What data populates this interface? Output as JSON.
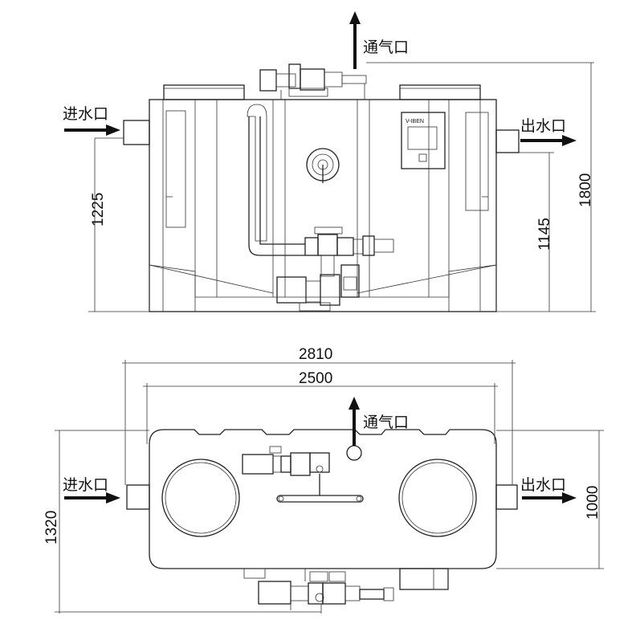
{
  "front_view": {
    "vent_label": "通气口",
    "inlet_label": "进水口",
    "outlet_label": "出水口",
    "dim_total_height": "1800",
    "dim_inlet_height": "1225",
    "dim_outlet_height": "1145",
    "panel_brand": "V-IBEN"
  },
  "top_view": {
    "vent_label": "通气口",
    "inlet_label": "进水口",
    "outlet_label": "出水口",
    "dim_overall_length": "2810",
    "dim_tank_length": "2500",
    "dim_tank_width": "1000",
    "dim_overall_width": "1320"
  }
}
